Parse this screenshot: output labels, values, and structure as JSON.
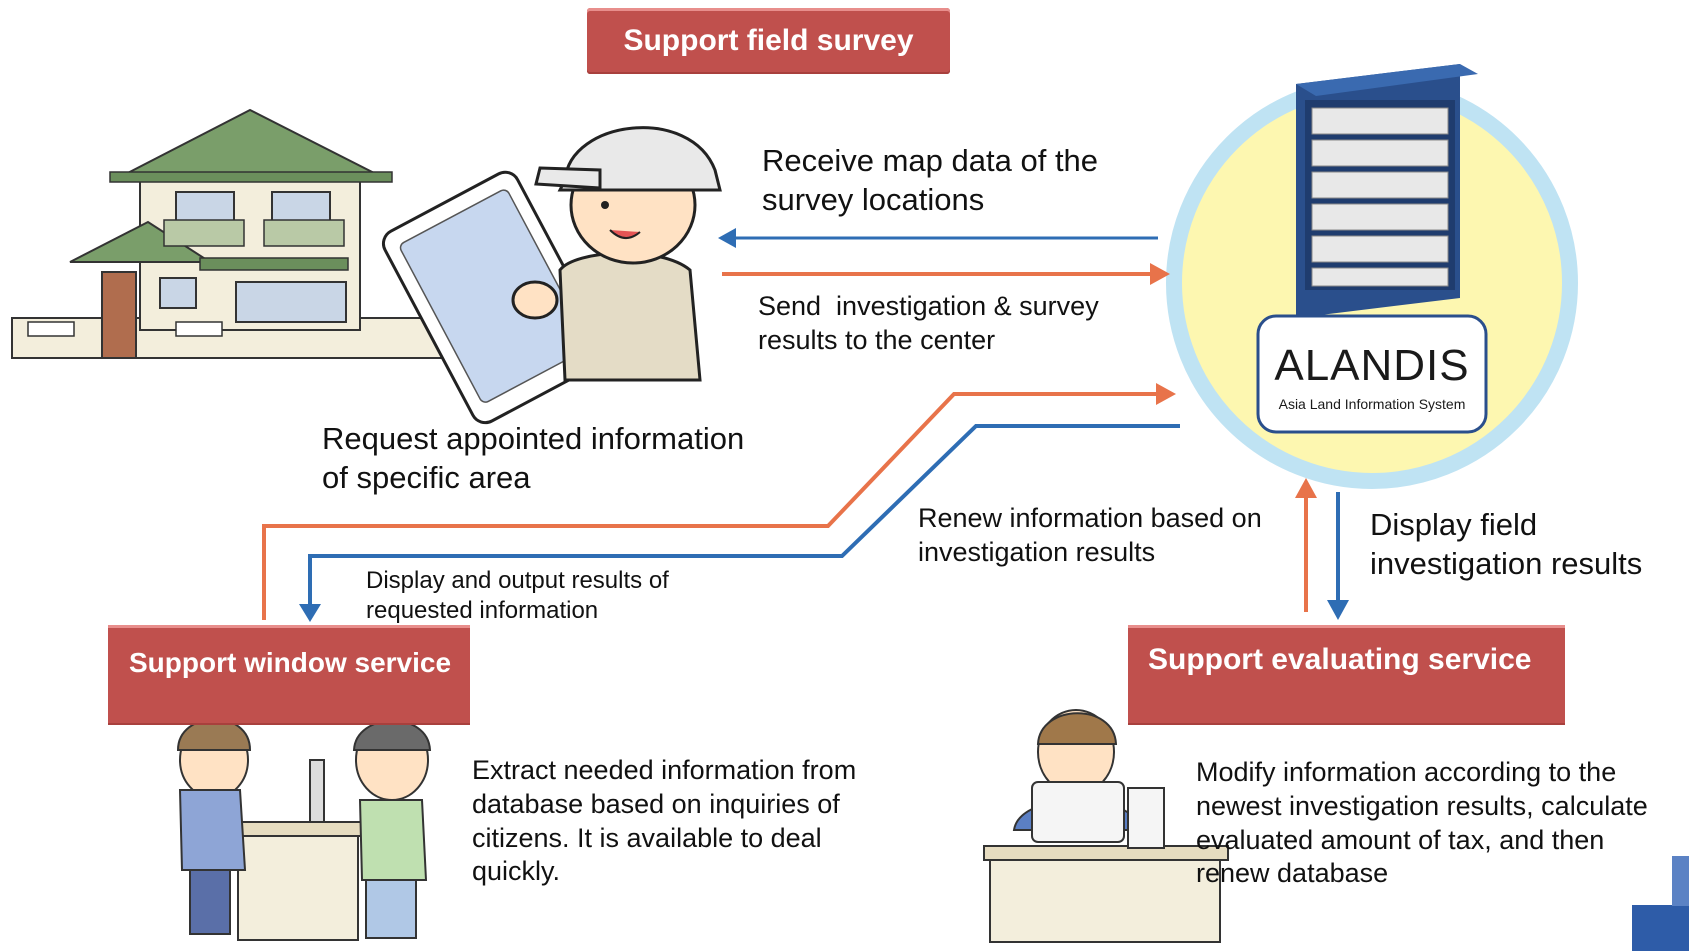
{
  "tags": {
    "field_survey": "Support field survey",
    "window_service": "Support window service",
    "evaluating_service": "Support evaluating service"
  },
  "labels": {
    "receive_map": "Receive map data of the survey locations",
    "send_results": "Send  investigation & survey results to the center",
    "request_info": "Request appointed information of specific area",
    "display_output": "Display and output results of requested information",
    "renew_info": "Renew information based on investigation results",
    "display_field": "Display field investigation results",
    "extract_info": "Extract needed information from database based on inquiries of citizens. It is available to deal quickly.",
    "modify_info": "Modify information according to the newest investigation results, calculate evaluated amount of tax, and then renew database"
  },
  "logo": {
    "name": "ALANDIS",
    "subtitle": "Asia Land Information System"
  },
  "colors": {
    "tag_red": "#c0504d",
    "arrow_orange": "#e8734a",
    "arrow_blue": "#2e6db4",
    "server_circle": "#fdf7b0",
    "server_ring": "#bfe3f3"
  }
}
